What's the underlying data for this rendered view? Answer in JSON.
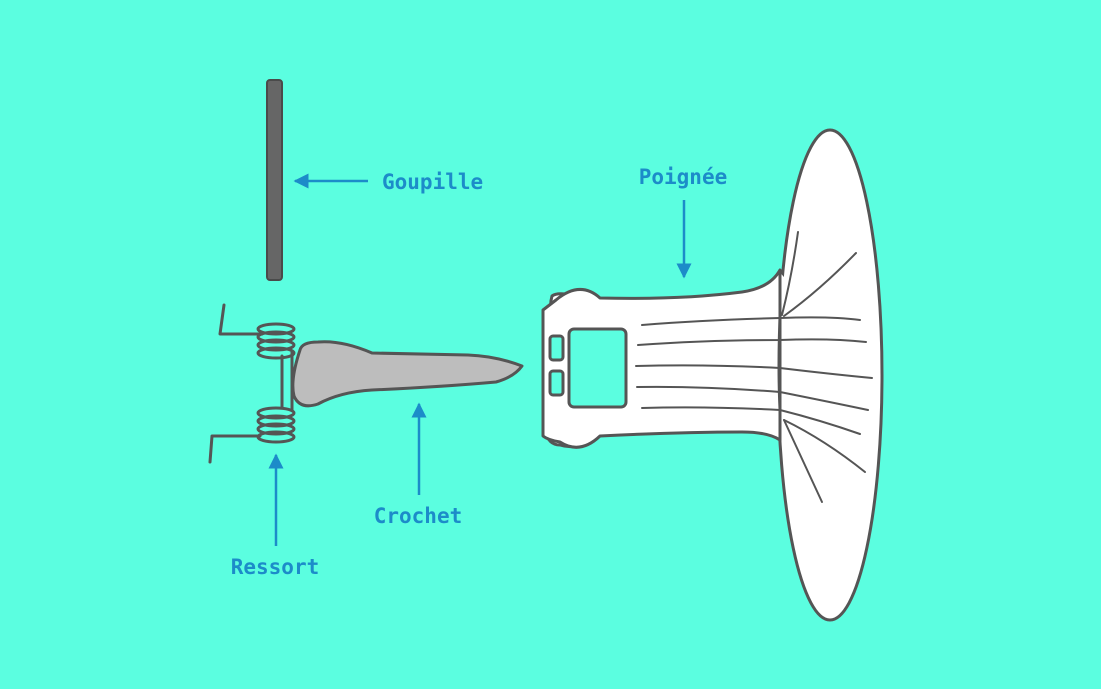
{
  "labels": {
    "pin": "Goupille",
    "handle": "Poignée",
    "hook": "Crochet",
    "spring": "Ressort"
  },
  "colors": {
    "background": "#5BFEE0",
    "label": "#1C8CC9",
    "arrow": "#1C8CC9",
    "outline": "#555555",
    "pin_fill": "#666666",
    "hook_fill": "#BDBDBD",
    "handle_fill": "#FFFFFF"
  }
}
